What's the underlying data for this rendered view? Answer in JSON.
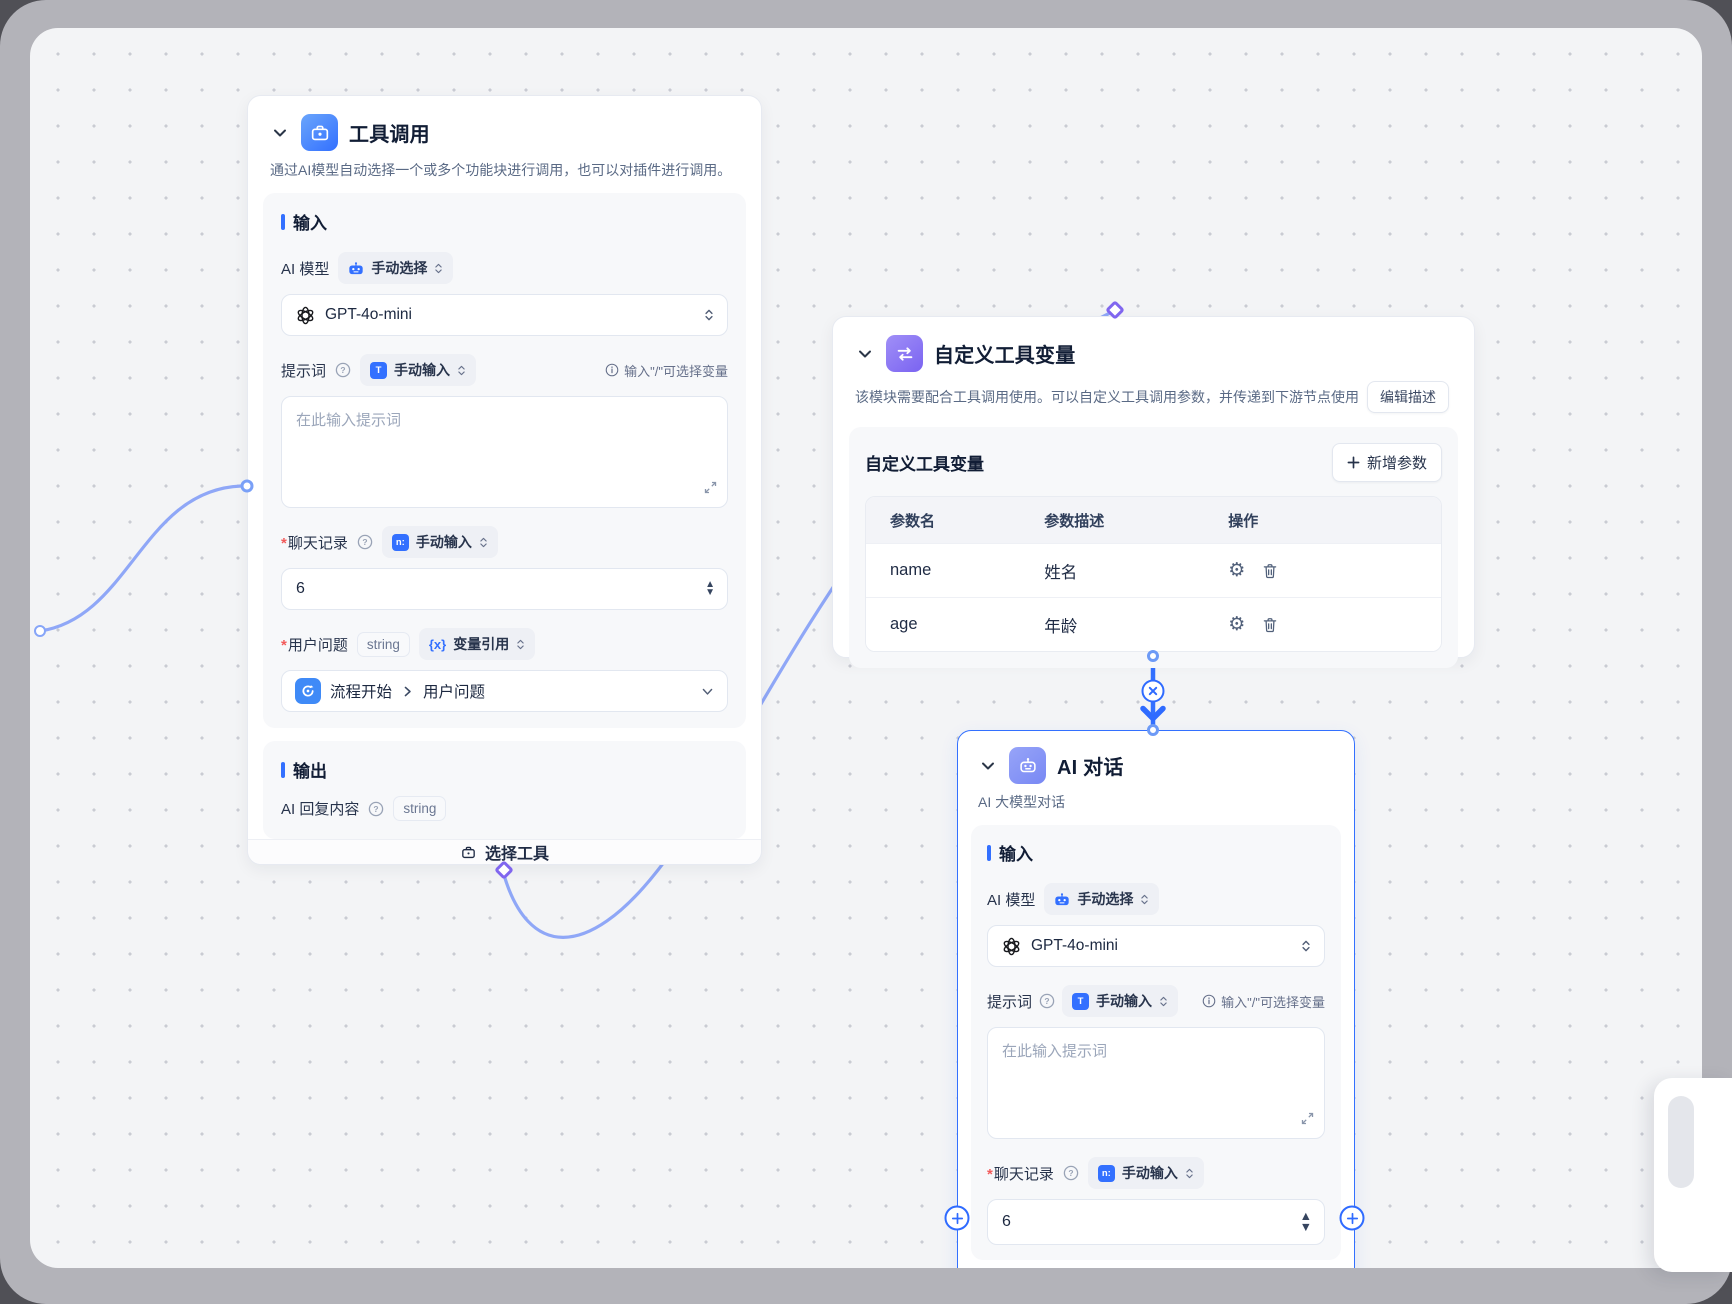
{
  "canvas": {
    "accent": "#3370ff",
    "edge_color": "#8fa7f7",
    "diamond_color": "#8066ef"
  },
  "nodes": {
    "tool_call": {
      "title": "工具调用",
      "description": "通过AI模型自动选择一个或多个功能块进行调用，也可以对插件进行调用。",
      "input_label": "输入",
      "output_label": "输出",
      "ai_model": {
        "label": "AI 模型",
        "badge": "手动选择",
        "value": "GPT-4o-mini"
      },
      "prompt": {
        "label": "提示词",
        "badge": "手动输入",
        "badge_glyph": "T",
        "hint": "输入\"/\"可选择变量",
        "placeholder": "在此输入提示词"
      },
      "chat_history": {
        "label": "聊天记录",
        "badge": "手动输入",
        "badge_glyph": "n:",
        "value": "6"
      },
      "user_question": {
        "label": "用户问题",
        "type": "string",
        "badge_glyph": "{x}",
        "badge": "变量引用",
        "ref_node": "流程开始",
        "ref_field": "用户问题"
      },
      "output_field": {
        "label": "AI 回复内容",
        "type": "string"
      },
      "footer_button": "选择工具"
    },
    "custom_vars": {
      "title": "自定义工具变量",
      "description": "该模块需要配合工具调用使用。可以自定义工具调用参数，并传递到下游节点使用",
      "edit_button": "编辑描述",
      "section_title": "自定义工具变量",
      "add_button": "新增参数",
      "table": {
        "headers": [
          "参数名",
          "参数描述",
          "操作"
        ],
        "rows": [
          {
            "name": "name",
            "desc": "姓名"
          },
          {
            "name": "age",
            "desc": "年龄"
          }
        ]
      }
    },
    "ai_chat": {
      "title": "AI 对话",
      "subtitle": "AI 大模型对话",
      "input_label": "输入",
      "ai_model": {
        "label": "AI 模型",
        "badge": "手动选择",
        "value": "GPT-4o-mini"
      },
      "prompt": {
        "label": "提示词",
        "badge": "手动输入",
        "badge_glyph": "T",
        "hint": "输入\"/\"可选择变量",
        "placeholder": "在此输入提示词"
      },
      "chat_history": {
        "label": "聊天记录",
        "badge": "手动输入",
        "badge_glyph": "n:",
        "value": "6"
      }
    }
  }
}
